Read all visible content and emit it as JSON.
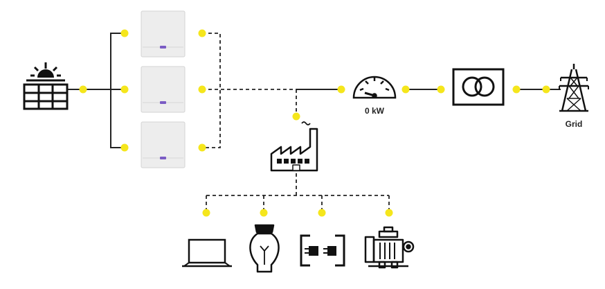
{
  "labels": {
    "meter_power": "0 kW",
    "grid": "Grid"
  },
  "nodes": [
    {
      "id": "solar-panel",
      "icon": "solar-panel-icon"
    },
    {
      "id": "inverter-1",
      "icon": "inverter-unit"
    },
    {
      "id": "inverter-2",
      "icon": "inverter-unit"
    },
    {
      "id": "inverter-3",
      "icon": "inverter-unit"
    },
    {
      "id": "factory",
      "icon": "factory-icon"
    },
    {
      "id": "power-meter",
      "icon": "gauge-icon"
    },
    {
      "id": "transformer",
      "icon": "transformer-icon"
    },
    {
      "id": "grid",
      "icon": "transmission-tower-icon"
    },
    {
      "id": "laptop",
      "icon": "laptop-icon"
    },
    {
      "id": "light-bulb",
      "icon": "light-bulb-icon"
    },
    {
      "id": "ev-charger",
      "icon": "plug-icon"
    },
    {
      "id": "generator",
      "icon": "generator-engine-icon"
    }
  ],
  "colors": {
    "connector_dot": "#f5e61c",
    "line": "#222222",
    "inverter_body": "#ededed",
    "inverter_badge": "#7b5cc4"
  }
}
